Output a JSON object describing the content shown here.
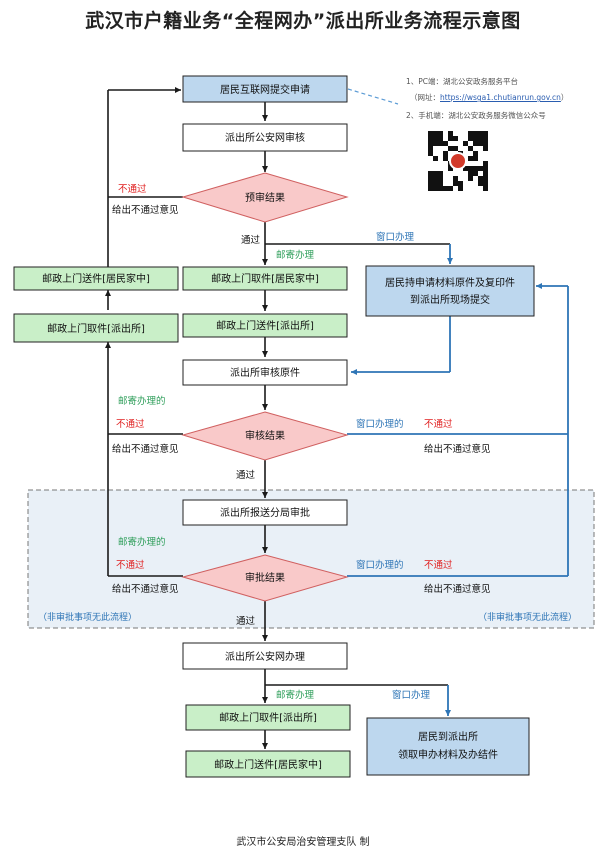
{
  "title": "武汉市户籍业务“全程网办”派出所业务流程示意图",
  "footer": "武汉市公安局治安管理支队 制",
  "info": {
    "pc_line": "1、PC端：湖北公安政务服务平台",
    "url_prefix": "（网址：",
    "url": "https://wsga1.chutianrun.gov.cn",
    "url_suffix": "）",
    "mobile_line": "2、手机端：湖北公安政务服务微信公众号"
  },
  "nodes": {
    "apply": "居民互联网提交申请",
    "online_review": "派出所公安网审核",
    "pre_result": "预审结果",
    "post_pickup_home": "邮政上门取件[居民家中]",
    "post_deliver_station": "邮政上门送件[派出所]",
    "left_deliver_home": "邮政上门送件[居民家中]",
    "left_pickup_station": "邮政上门取件[派出所]",
    "window_submit_l1": "居民持申请材料原件及复印件",
    "window_submit_l2": "到派出所现场提交",
    "review_original": "派出所审核原件",
    "review_result": "审核结果",
    "report_bureau": "派出所报送分局审批",
    "approve_result": "审批结果",
    "online_process": "派出所公安网办理",
    "final_pickup_station": "邮政上门取件[派出所]",
    "final_deliver_home": "邮政上门送件[居民家中]",
    "final_window_l1": "居民到派出所",
    "final_window_l2": "领取申办材料及办结件"
  },
  "labels": {
    "fail": "不通过",
    "fail_opinion": "给出不通过意见",
    "pass": "通过",
    "mail": "邮寄办理",
    "mail_of": "邮寄办理的",
    "window": "窗口办理",
    "window_of": "窗口办理的",
    "no_approval": "（非审批事项无此流程）"
  },
  "colors": {
    "blue_fill": "#bdd7ee",
    "green_fill": "#c9efc8",
    "red_fill": "#f9c9c9",
    "black_line": "#1a1a1a",
    "blue_line": "#2e75b6",
    "red_text": "#e02020",
    "green_text": "#2e9e5a",
    "blue_text": "#2e75b6"
  }
}
